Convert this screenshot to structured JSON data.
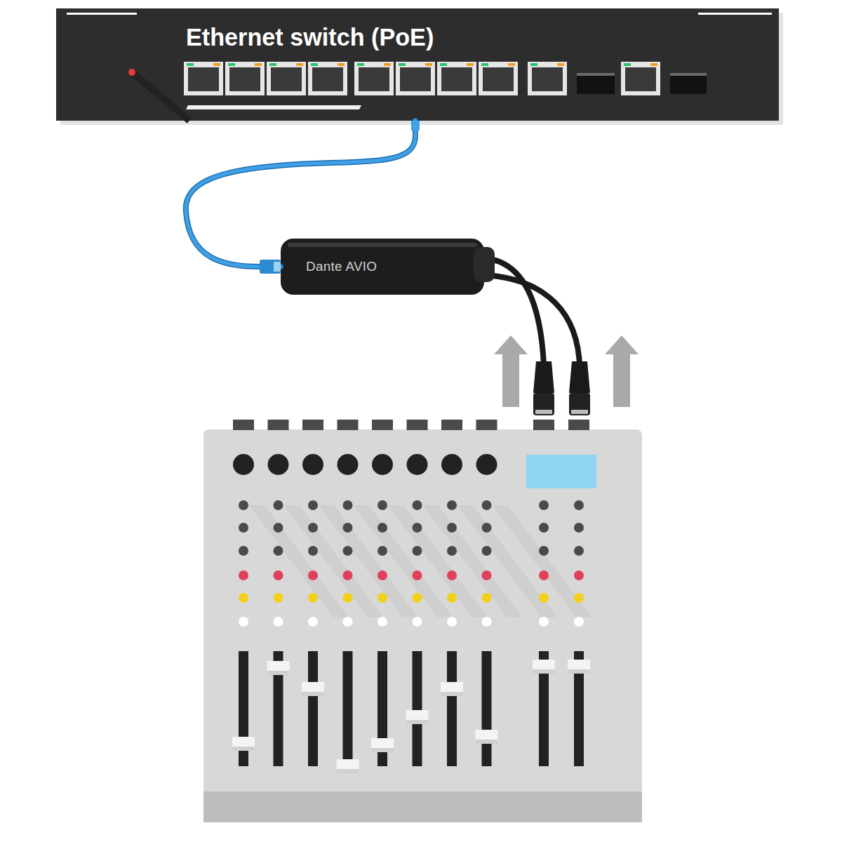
{
  "diagram": {
    "nodes": [
      {
        "text": [
          "Ethernet switch (PoE)"
        ]
      },
      {
        "text": [
          "Dante AVIO"
        ]
      }
    ],
    "edges": [
      {
        "from": 0,
        "to": 1,
        "arrow": "none"
      }
    ]
  }
}
